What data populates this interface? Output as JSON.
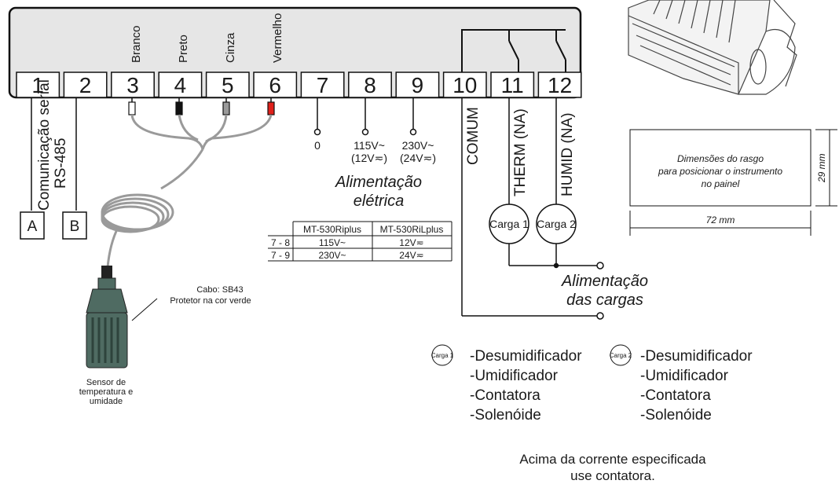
{
  "terminals": [
    {
      "number": "1"
    },
    {
      "number": "2"
    },
    {
      "number": "3"
    },
    {
      "number": "4"
    },
    {
      "number": "5"
    },
    {
      "number": "6"
    },
    {
      "number": "7"
    },
    {
      "number": "8"
    },
    {
      "number": "9"
    },
    {
      "number": "10"
    },
    {
      "number": "11"
    },
    {
      "number": "12"
    }
  ],
  "wire_colors": {
    "branco": "Branco",
    "preto": "Preto",
    "cinza": "Cinza",
    "vermelho": "Vermelho"
  },
  "serial": {
    "line1": "Comunicação serial",
    "line2": "RS-485",
    "a": "A",
    "b": "B"
  },
  "power": {
    "t7": "0",
    "t8_line1": "115V~",
    "t8_line2": "(12V≂)",
    "t9_line1": "230V~",
    "t9_line2": "(24V≂)",
    "title_line1": "Alimentação",
    "title_line2": "elétrica"
  },
  "power_table": {
    "headers": [
      "MT-530Riplus",
      "MT-530RiLplus"
    ],
    "rows": [
      {
        "terms": "7 - 8",
        "a": "115V~",
        "b": "12V≂"
      },
      {
        "terms": "7 - 9",
        "a": "230V~",
        "b": "24V≂"
      }
    ]
  },
  "outputs": {
    "comum": "COMUM",
    "therm": "THERM (NA)",
    "humid": "HUMID (NA)"
  },
  "loads": {
    "carga1": "Carga 1",
    "carga2": "Carga 2",
    "feed_line1": "Alimentação",
    "feed_line2": "das cargas"
  },
  "cable": {
    "line1": "Cabo: SB43",
    "line2": "Protetor na cor verde"
  },
  "sensor": {
    "line1": "Sensor de",
    "line2": "temperatura e",
    "line3": "umidade"
  },
  "cutout": {
    "line1": "Dimensões do rasgo",
    "line2": "para posicionar o instrumento",
    "line3": "no painel",
    "width": "72 mm",
    "height": "29 mm"
  },
  "legend1": {
    "badge": "Carga 1",
    "items": [
      "-Desumidificador",
      "-Umidificador",
      "-Contatora",
      "-Solenóide"
    ]
  },
  "legend2": {
    "badge": "Carga 2",
    "items": [
      "-Desumidificador",
      "-Umidificador",
      "-Contatora",
      "-Solenóide"
    ]
  },
  "note": {
    "line1": "Acima da corrente especificada",
    "line2": "use contatora."
  },
  "colors": {
    "sensor": "#4f6b62",
    "panel": "#e6e6e6",
    "red_lead": "#e0201b",
    "gray_lead": "#9a9a9a"
  }
}
